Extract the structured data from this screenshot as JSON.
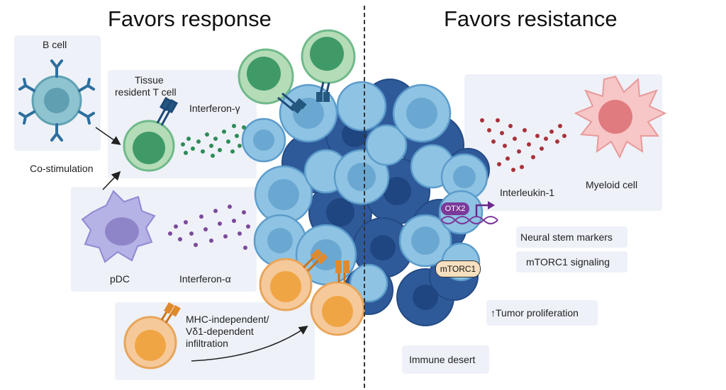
{
  "headings": {
    "left": "Favors response",
    "right": "Favors resistance"
  },
  "labels": {
    "b_cell": "B cell",
    "trm_line1": "Tissue",
    "trm_line2": "resident T cell",
    "ifn_gamma": "Interferon-γ",
    "costim": "Co-stimulation",
    "pdc": "pDC",
    "ifn_alpha": "Interferon-α",
    "mhc_line1": "MHC-independent/",
    "mhc_line2": "Vδ1-dependent",
    "mhc_line3": "infiltration",
    "il1": "Interleukin-1",
    "myeloid": "Myeloid cell",
    "otx2": "OTX2",
    "mtorc1": "mTORC1",
    "neural": "Neural stem markers",
    "mtorc1_sig": "mTORC1 signaling",
    "tumor_prolif": "↑Tumor proliferation",
    "immune_desert": "Immune desert"
  },
  "colors": {
    "panel": "#eef1f8",
    "t_cell_green": "#6fb98a",
    "pdc_purple": "#a7a3dc",
    "gd_orange": "#f0a544",
    "tumor_light": "#8ec3e3",
    "tumor_dark": "#2f5a9a",
    "myeloid_pink": "#f4b3b3",
    "ifn_gamma_dots": "#2e8b57",
    "ifn_alpha_dots": "#7b4a9a",
    "il1_dots": "#a8323a"
  }
}
